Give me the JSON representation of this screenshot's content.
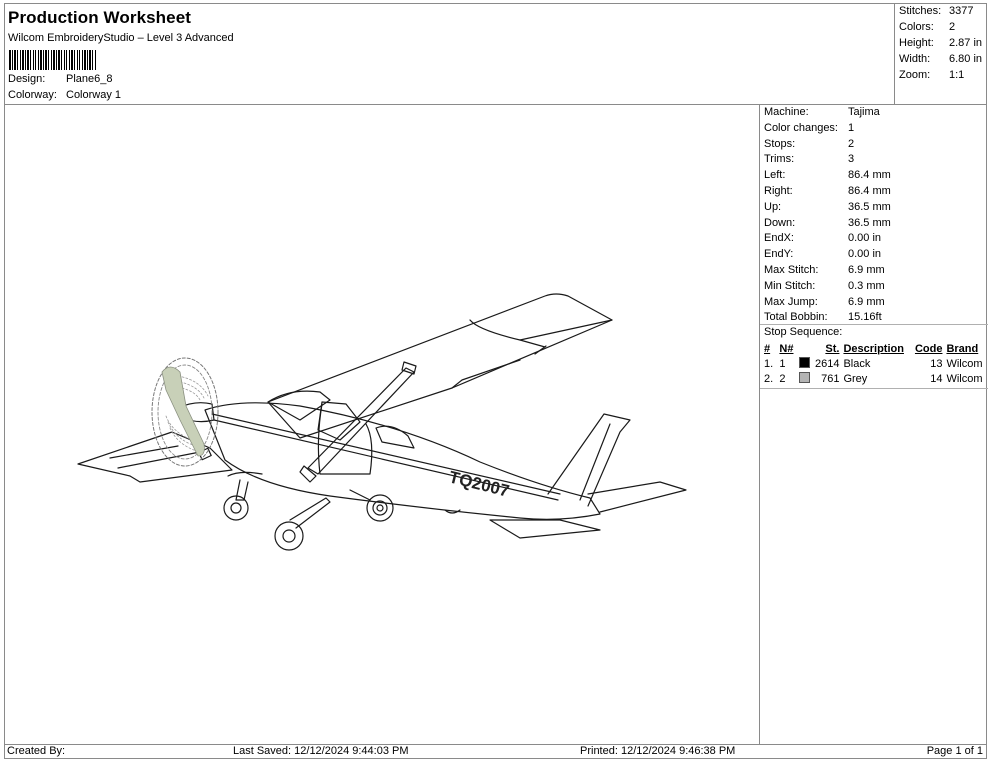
{
  "header": {
    "title": "Production Worksheet",
    "subtitle": "Wilcom EmbroideryStudio – Level 3 Advanced",
    "design_label": "Design:",
    "design_value": "Plane6_8",
    "colorway_label": "Colorway:",
    "colorway_value": "Colorway 1"
  },
  "summary": {
    "stitches_label": "Stitches:",
    "stitches_value": "3377",
    "colors_label": "Colors:",
    "colors_value": "2",
    "height_label": "Height:",
    "height_value": "2.87 in",
    "width_label": "Width:",
    "width_value": "6.80 in",
    "zoom_label": "Zoom:",
    "zoom_value": "1:1"
  },
  "details": {
    "rows": [
      {
        "label": "Machine:",
        "value": "Tajima"
      },
      {
        "label": "Color changes:",
        "value": "1"
      },
      {
        "label": "Stops:",
        "value": "2"
      },
      {
        "label": "Trims:",
        "value": "3"
      },
      {
        "label": "Left:",
        "value": "86.4 mm"
      },
      {
        "label": "Right:",
        "value": "86.4 mm"
      },
      {
        "label": "Up:",
        "value": "36.5 mm"
      },
      {
        "label": "Down:",
        "value": "36.5 mm"
      },
      {
        "label": "EndX:",
        "value": "0.00 in"
      },
      {
        "label": "EndY:",
        "value": "0.00 in"
      },
      {
        "label": "Max Stitch:",
        "value": "6.9 mm"
      },
      {
        "label": "Min Stitch:",
        "value": "0.3 mm"
      },
      {
        "label": "Max Jump:",
        "value": "6.9 mm"
      },
      {
        "label": "Total Bobbin:",
        "value": "15.16ft"
      }
    ]
  },
  "stop_sequence": {
    "title": "Stop Sequence:",
    "headers": {
      "idx": "#",
      "n": "N#",
      "st": "St.",
      "desc": "Description",
      "code": "Code",
      "brand": "Brand"
    },
    "rows": [
      {
        "idx": "1.",
        "n": "1",
        "color": "#000000",
        "st": "2614",
        "desc": "Black",
        "code": "13",
        "brand": "Wilcom"
      },
      {
        "idx": "2.",
        "n": "2",
        "color": "#b4b4b4",
        "st": "761",
        "desc": "Grey",
        "code": "14",
        "brand": "Wilcom"
      }
    ]
  },
  "design": {
    "registration": "TQ2007",
    "thread_colors": [
      "#000000",
      "#b4b4b4"
    ],
    "propeller_color": "#c8d0b8"
  },
  "footer": {
    "created_by": "Created By:",
    "last_saved": "Last Saved: 12/12/2024 9:44:03 PM",
    "printed": "Printed: 12/12/2024 9:46:38 PM",
    "page": "Page 1 of 1"
  }
}
